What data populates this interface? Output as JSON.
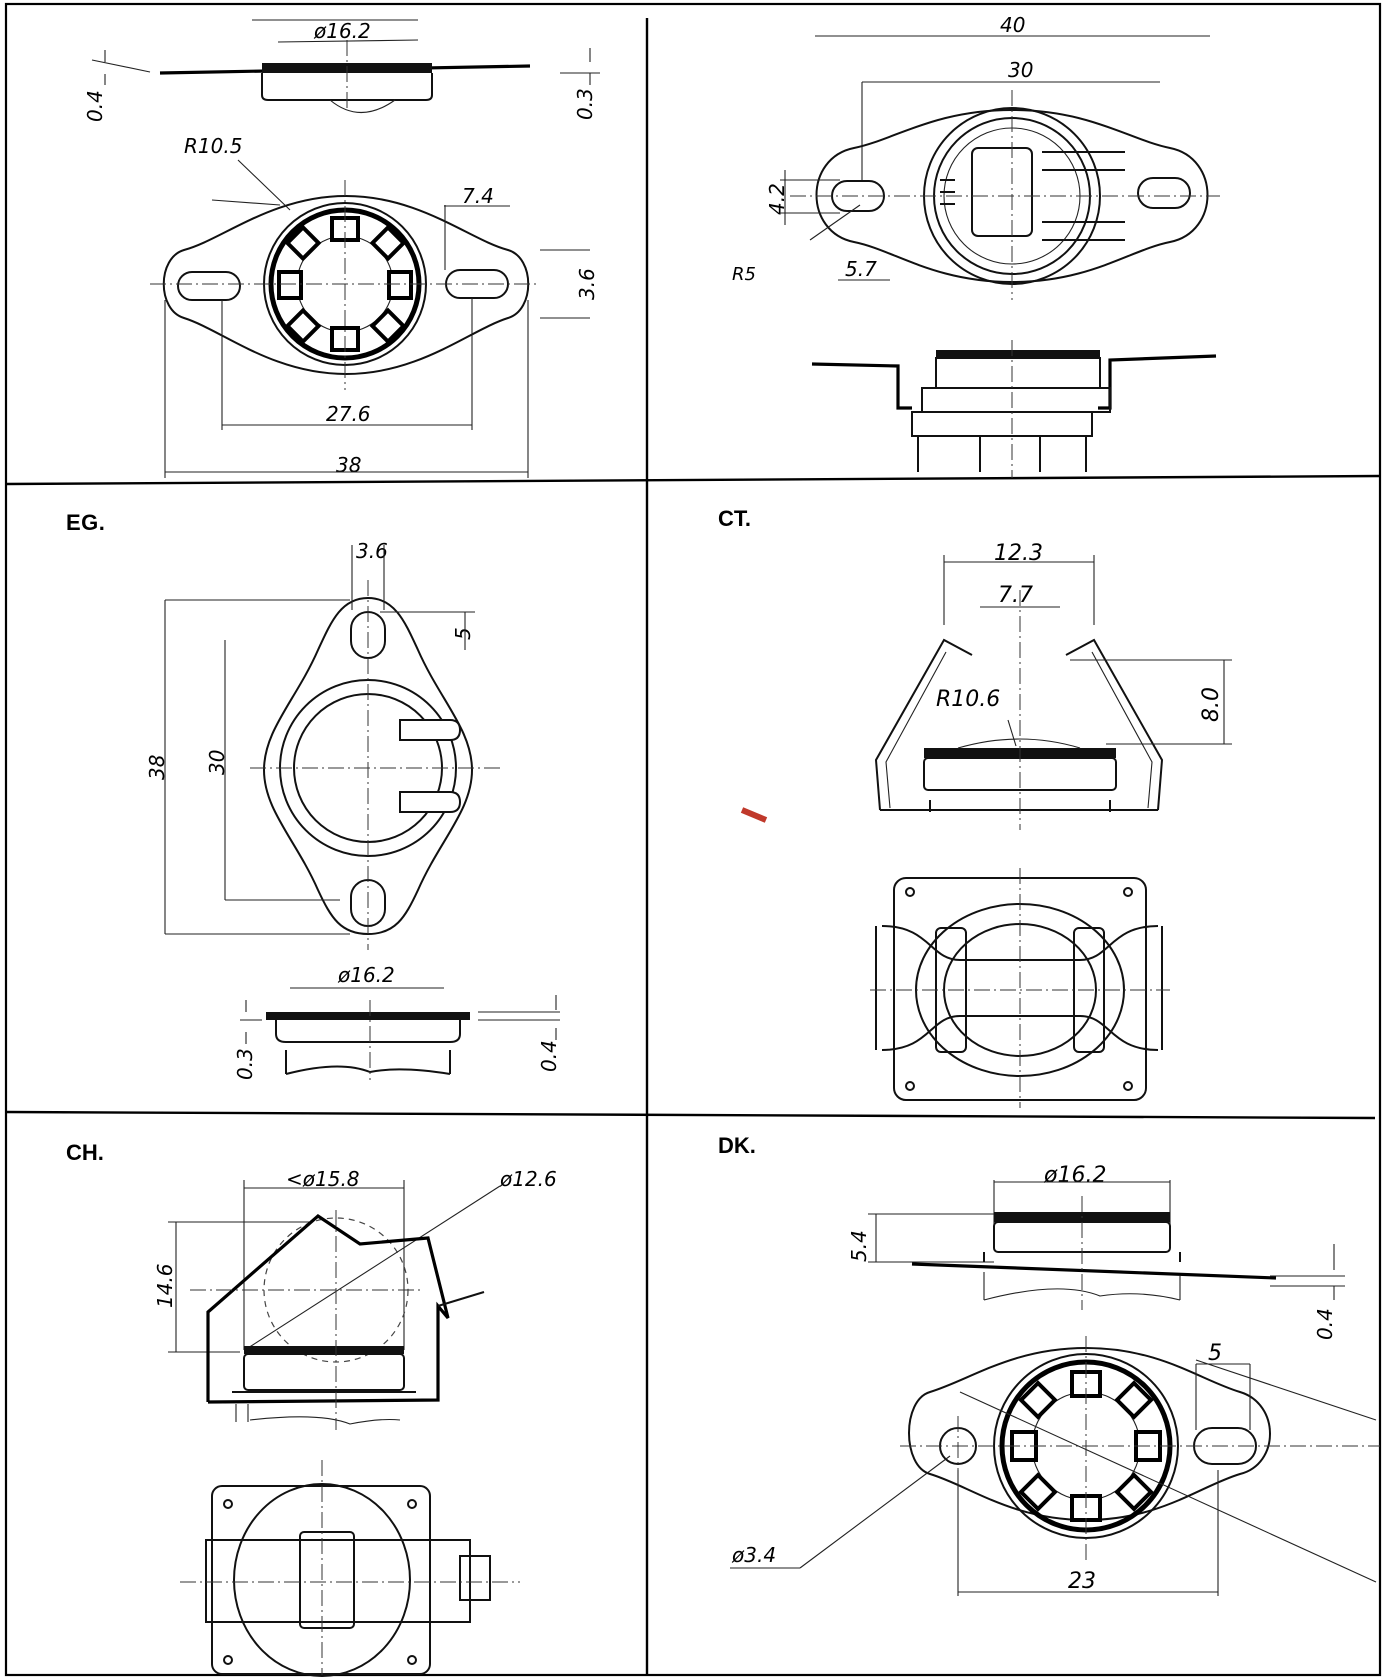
{
  "panels": {
    "tl": {
      "title": "",
      "dims": {
        "d1": "ø16.2",
        "d2": "0.4",
        "d3": "0.3",
        "d4": "R10.5",
        "d5": "7.4",
        "d6": "3.6",
        "d7": "27.6",
        "d8": "38"
      }
    },
    "tr": {
      "title": "",
      "dims": {
        "d1": "40",
        "d2": "30",
        "d3": "4.2",
        "d4": "R5",
        "d5": "5.7"
      }
    },
    "ml": {
      "title": "EG.",
      "dims": {
        "d1": "3.6",
        "d2": "5",
        "d3": "38",
        "d4": "30",
        "d5": "ø16.2",
        "d6": "0.3",
        "d7": "0.4"
      }
    },
    "mr": {
      "title": "CT.",
      "dims": {
        "d1": "12.3",
        "d2": "7.7",
        "d3": "8.0",
        "d4": "R10.6"
      }
    },
    "bl": {
      "title": "CH.",
      "dims": {
        "d1": "<ø15.8",
        "d2": "ø12.6",
        "d3": "14.6"
      }
    },
    "br": {
      "title": "DK.",
      "dims": {
        "d1": "ø16.2",
        "d2": "5.4",
        "d3": "0.4",
        "d4": "5",
        "d5": "ø3.4",
        "d6": "23"
      }
    }
  }
}
